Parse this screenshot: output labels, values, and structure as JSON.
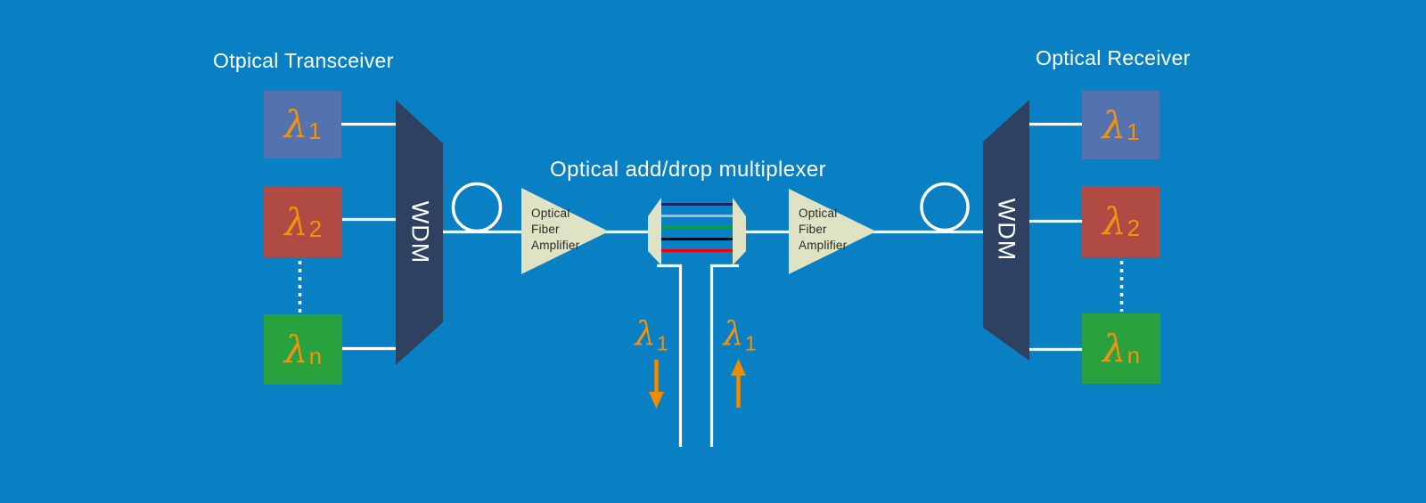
{
  "canvas": {
    "bg": "#0a80c4"
  },
  "colors": {
    "white": "#ffffff",
    "box_blue": "#5372ae",
    "box_red": "#b04b43",
    "box_green": "#29a23d",
    "wdm_navy": "#2e4160",
    "amp_fill": "#dfe3c3",
    "amp_text": "#2b2b2b",
    "lambda_orange": "#f29111",
    "arrow_orange": "#f08a00"
  },
  "transmitter": {
    "title": "Otpical Transceiver",
    "mux_label": "WDM",
    "channels": [
      {
        "symbol": "λ",
        "sub": "1"
      },
      {
        "symbol": "λ",
        "sub": "2"
      },
      {
        "symbol": "λ",
        "sub": "n"
      }
    ]
  },
  "receiver": {
    "title": "Optical Receiver",
    "mux_label": "WDM",
    "channels": [
      {
        "symbol": "λ",
        "sub": "1"
      },
      {
        "symbol": "λ",
        "sub": "2"
      },
      {
        "symbol": "λ",
        "sub": "n"
      }
    ]
  },
  "amplifier": {
    "line1": "Optical",
    "line2": "Fiber",
    "line3": "Amplifier"
  },
  "adm": {
    "title": "Optical add/drop multiplexer",
    "channel_colors": [
      "#16256e",
      "#b0b7bd",
      "#089e4c",
      "#000000",
      "#e60012"
    ],
    "drop": {
      "symbol": "λ",
      "sub": "1"
    },
    "add": {
      "symbol": "λ",
      "sub": "1"
    }
  }
}
